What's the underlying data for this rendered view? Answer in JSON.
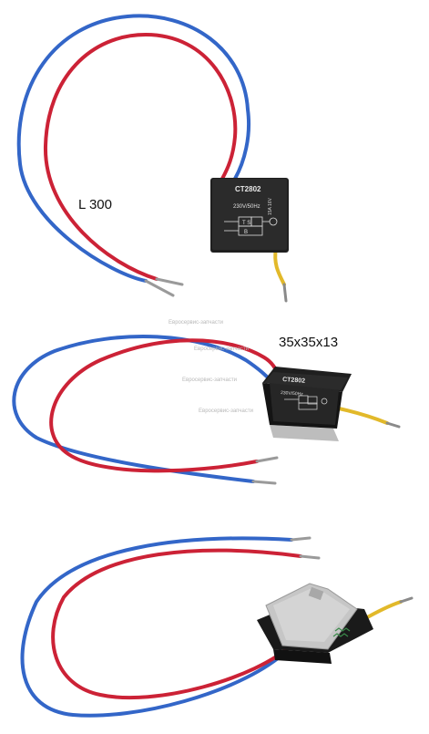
{
  "labels": {
    "length": "L 300",
    "size": "35x35x13"
  },
  "device": {
    "model": "CT2802",
    "rating": "230V/50Hz",
    "side_text": "15A 16V"
  },
  "watermarks": [
    "Евросервис-запчасти",
    "Евросервис-запчасти",
    "Евросервис-запчасти",
    "Евросервис-запчасти"
  ],
  "colors": {
    "wire_blue": "#3366c8",
    "wire_red": "#cc2236",
    "wire_yellow": "#e2b92a",
    "body": "#222222",
    "plate": "#c6c6c6"
  }
}
